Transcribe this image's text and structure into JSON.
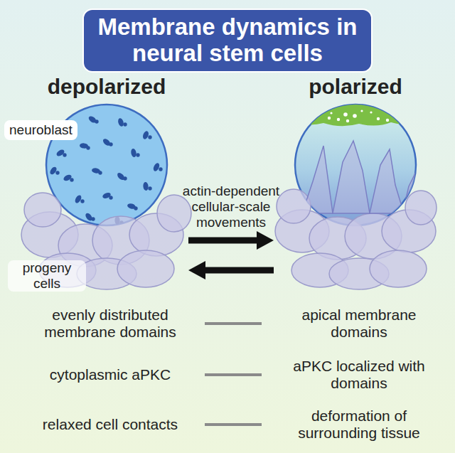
{
  "diagram": {
    "title": "Membrane dynamics in neural stem cells",
    "nodes": [
      {
        "text": [
          "depolarized"
        ]
      },
      {
        "text": [
          "neuroblast"
        ],
        "in": 0
      },
      {
        "text": [
          "polarized"
        ]
      }
    ],
    "edges": [
      {
        "from": 0,
        "to": 2,
        "arrow": "to",
        "label": "actin-dependent cellular-scale movements"
      },
      {
        "from": 2,
        "to": 0,
        "arrow": "to"
      }
    ],
    "labels": [
      "progeny cells",
      "evenly distributed membrane domains",
      "apical membrane domains",
      "cytoplasmic aPKC",
      "aPKC localized with domains",
      "relaxed cell contacts",
      "deformation of surrounding tissue"
    ]
  }
}
